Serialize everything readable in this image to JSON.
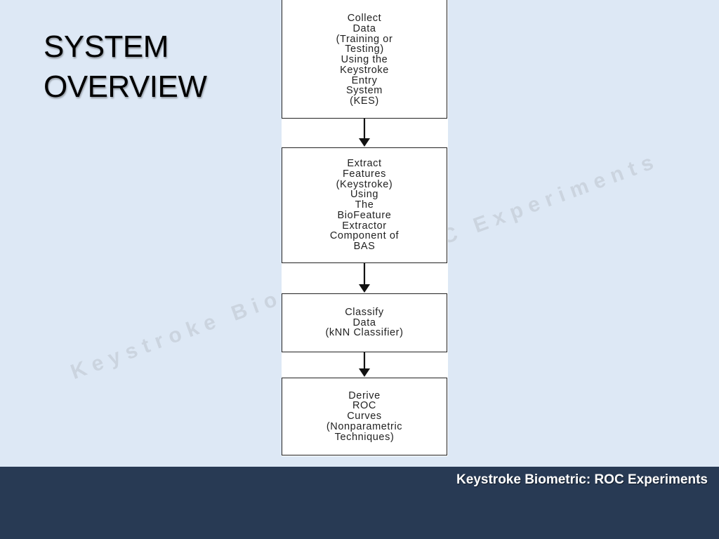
{
  "slide": {
    "title": "SYSTEM\nOVERVIEW",
    "watermark": "Keystroke Biometric: ROC Experiments",
    "footer": "Keystroke Biometric: ROC Experiments"
  },
  "flowchart": {
    "steps": [
      {
        "label": "Collect\nData\n(Training or\nTesting)\nUsing the\nKeystroke\nEntry\nSystem\n(KES)"
      },
      {
        "label": "Extract\nFeatures\n(Keystroke)\nUsing\nThe\nBioFeature\nExtractor\nComponent of\nBAS"
      },
      {
        "label": "Classify\nData\n(kNN Classifier)"
      },
      {
        "label": "Derive\nROC\nCurves\n(Nonparametric\nTechniques)"
      }
    ]
  },
  "colors": {
    "background": "#dde8f5",
    "footer_bar": "#283a54",
    "footer_text": "#ffffff"
  }
}
